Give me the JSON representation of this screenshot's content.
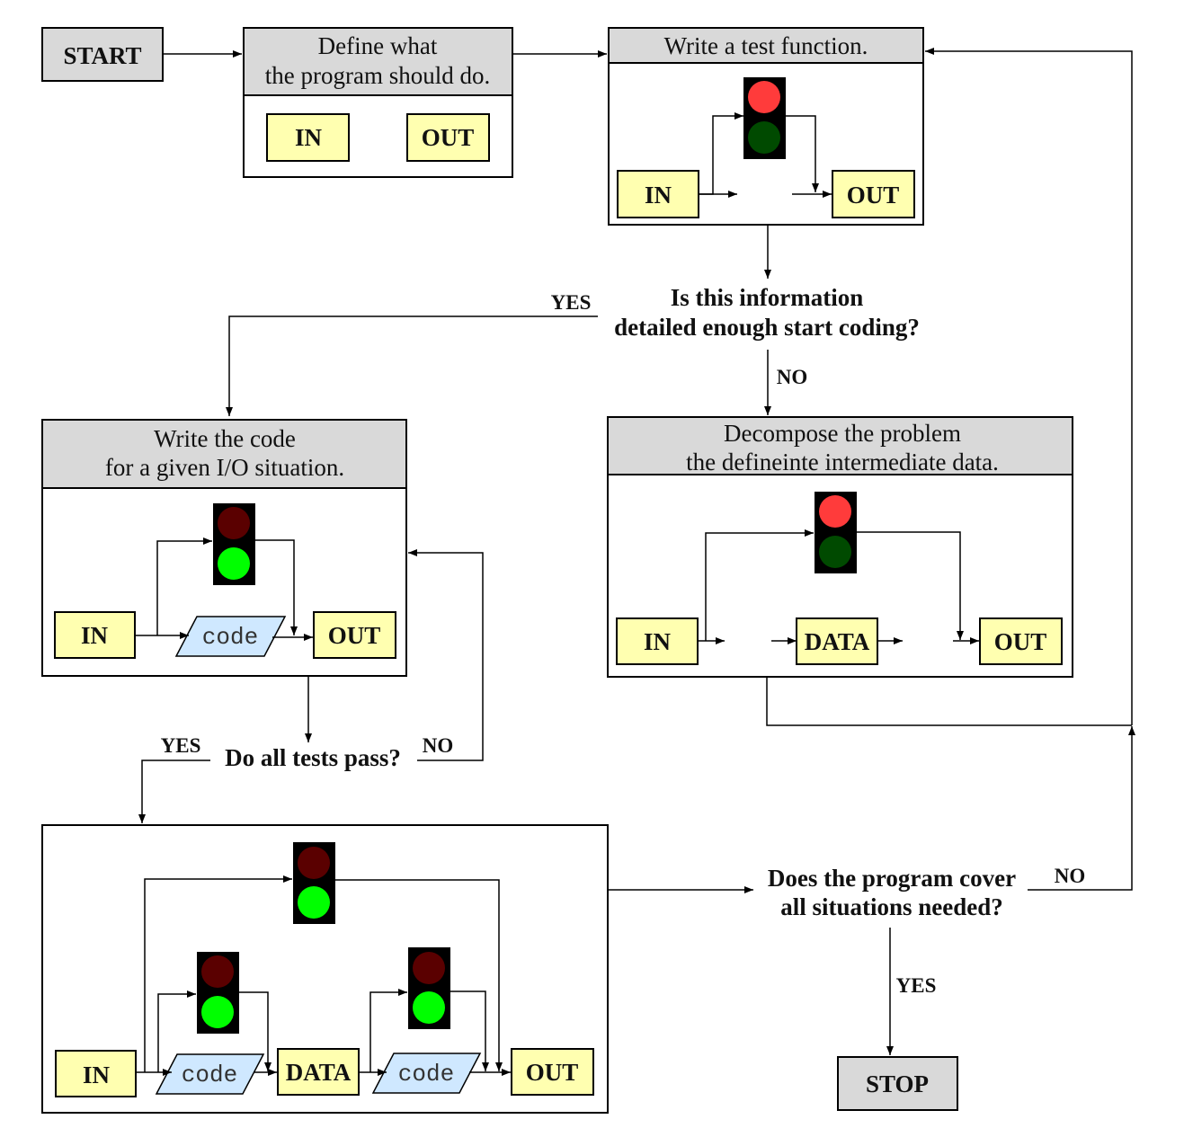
{
  "start": "START",
  "stop": "STOP",
  "define": {
    "title_line1": "Define what",
    "title_line2": "the program should do.",
    "in": "IN",
    "out": "OUT"
  },
  "test": {
    "title": "Write a test function.",
    "in": "IN",
    "out": "OUT"
  },
  "question_detail": {
    "line1": "Is this information",
    "line2": "detailed enough start coding?",
    "yes": "YES",
    "no": "NO"
  },
  "decompose": {
    "title_line1": "Decompose the problem",
    "title_line2": "the defineinte intermediate data.",
    "in": "IN",
    "data": "DATA",
    "out": "OUT"
  },
  "write_code": {
    "title_line1": "Write the code",
    "title_line2": "for a given I/O situation.",
    "in": "IN",
    "code": "code",
    "out": "OUT"
  },
  "question_tests": {
    "text": "Do all tests pass?",
    "yes": "YES",
    "no": "NO"
  },
  "composite": {
    "in": "IN",
    "code1": "code",
    "data": "DATA",
    "code2": "code",
    "out": "OUT"
  },
  "question_cover": {
    "line1": "Does the program cover",
    "line2": "all situations needed?",
    "yes": "YES",
    "no": "NO"
  },
  "colors": {
    "io_fill": "#ffffb0",
    "header_fill": "#d9d9d9",
    "code_fill": "#cfe8ff",
    "light_red_on": "#ff3b3b",
    "light_red_off": "#5a0000",
    "light_green_on": "#00ff00",
    "light_green_off": "#004a00"
  }
}
